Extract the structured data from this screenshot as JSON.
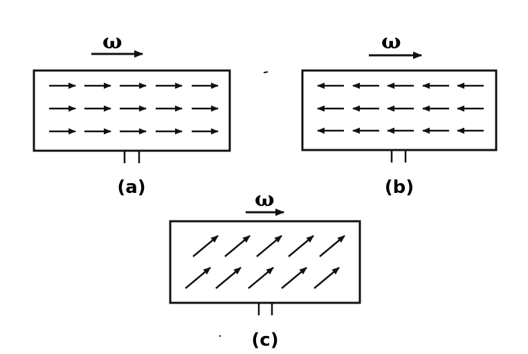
{
  "omega_symbol": "ω",
  "panels": [
    {
      "id": "a",
      "caption": "(a)",
      "field_orientation": "pointing right (parallel to rotation)",
      "arrow_rows": 3,
      "arrow_cols": 5
    },
    {
      "id": "b",
      "caption": "(b)",
      "field_orientation": "pointing left (antiparallel to rotation)",
      "arrow_rows": 3,
      "arrow_cols": 5
    },
    {
      "id": "c",
      "caption": "(c)",
      "field_orientation": "pointing diagonally up-right (oblique)",
      "arrow_rows": 2,
      "arrow_cols": 5
    }
  ],
  "colors": {
    "ink": "#111111",
    "background": "#ffffff"
  }
}
